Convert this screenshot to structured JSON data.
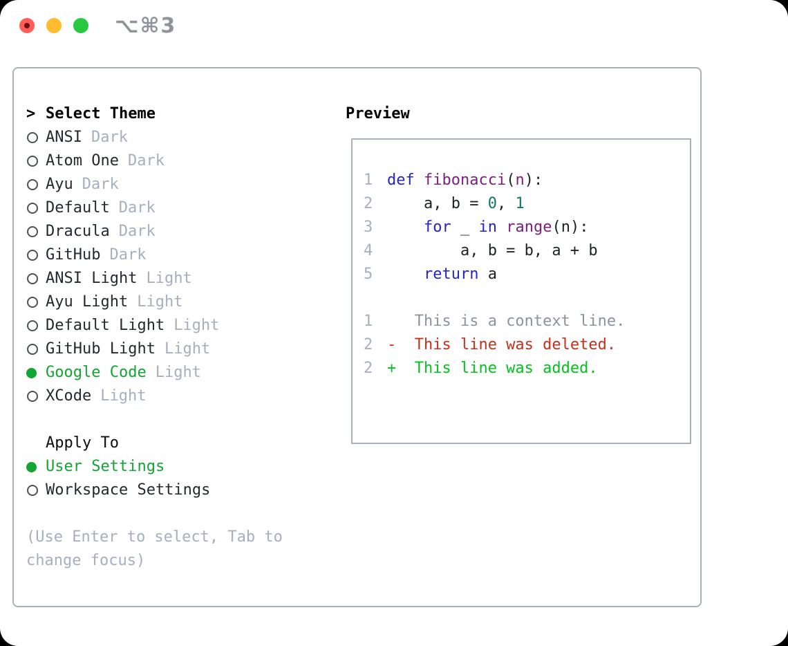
{
  "window": {
    "title": "⌥⌘3"
  },
  "colors": {
    "accent_green": "#12a534",
    "diff_added": "#00c31e",
    "diff_deleted": "#c5301c",
    "diff_context": "#8c939c",
    "keyword": "#2323c8",
    "function_name": "#7b1f7e",
    "number_literal": "#0f7868",
    "plain_code": "#1d2126",
    "line_number": "#a4afc0",
    "muted_text": "#a4afc0",
    "panel_border": "#a9b0ba",
    "traffic_red": "#ff5d55",
    "traffic_yellow": "#febc2e",
    "traffic_green": "#28c840"
  },
  "theme_panel": {
    "header_prefix": ">",
    "header": "Select Theme",
    "items": [
      {
        "name": "ANSI",
        "variant": "Dark",
        "selected": false
      },
      {
        "name": "Atom One",
        "variant": "Dark",
        "selected": false
      },
      {
        "name": "Ayu",
        "variant": "Dark",
        "selected": false
      },
      {
        "name": "Default",
        "variant": "Dark",
        "selected": false
      },
      {
        "name": "Dracula",
        "variant": "Dark",
        "selected": false
      },
      {
        "name": "GitHub",
        "variant": "Dark",
        "selected": false
      },
      {
        "name": "ANSI Light",
        "variant": "Light",
        "selected": false
      },
      {
        "name": "Ayu Light",
        "variant": "Light",
        "selected": false
      },
      {
        "name": "Default Light",
        "variant": "Light",
        "selected": false
      },
      {
        "name": "GitHub Light",
        "variant": "Light",
        "selected": false
      },
      {
        "name": "Google Code",
        "variant": "Light",
        "selected": true
      },
      {
        "name": "XCode",
        "variant": "Light",
        "selected": false
      }
    ]
  },
  "apply_panel": {
    "header": "Apply To",
    "options": [
      {
        "label": "User Settings",
        "selected": true
      },
      {
        "label": "Workspace Settings",
        "selected": false
      }
    ]
  },
  "help_lines": [
    "(Use Enter to select, Tab to",
    "change focus)"
  ],
  "preview": {
    "header": "Preview",
    "code_lines": [
      {
        "num": "1",
        "tokens": [
          {
            "text": "def",
            "type": "kw"
          },
          {
            "text": " ",
            "type": "pl"
          },
          {
            "text": "fibonacci",
            "type": "fn"
          },
          {
            "text": "(",
            "type": "pl"
          },
          {
            "text": "n",
            "type": "fn"
          },
          {
            "text": "):",
            "type": "pl"
          }
        ]
      },
      {
        "num": "2",
        "tokens": [
          {
            "text": "    a, b = ",
            "type": "pl"
          },
          {
            "text": "0",
            "type": "num"
          },
          {
            "text": ", ",
            "type": "pl"
          },
          {
            "text": "1",
            "type": "num"
          }
        ]
      },
      {
        "num": "3",
        "tokens": [
          {
            "text": "    ",
            "type": "pl"
          },
          {
            "text": "for",
            "type": "kw"
          },
          {
            "text": " _ ",
            "type": "pl"
          },
          {
            "text": "in",
            "type": "kw"
          },
          {
            "text": " ",
            "type": "pl"
          },
          {
            "text": "range",
            "type": "fn"
          },
          {
            "text": "(n):",
            "type": "pl"
          }
        ]
      },
      {
        "num": "4",
        "tokens": [
          {
            "text": "        a, b = b, a + b",
            "type": "pl"
          }
        ]
      },
      {
        "num": "5",
        "tokens": [
          {
            "text": "    ",
            "type": "pl"
          },
          {
            "text": "return",
            "type": "kw"
          },
          {
            "text": " a",
            "type": "pl"
          }
        ]
      }
    ],
    "diff_lines": [
      {
        "num": "1",
        "type": "context",
        "text": "   This is a context line."
      },
      {
        "num": "2",
        "type": "deleted",
        "text": "-  This line was deleted."
      },
      {
        "num": "2",
        "type": "added",
        "text": "+  This line was added."
      }
    ]
  }
}
